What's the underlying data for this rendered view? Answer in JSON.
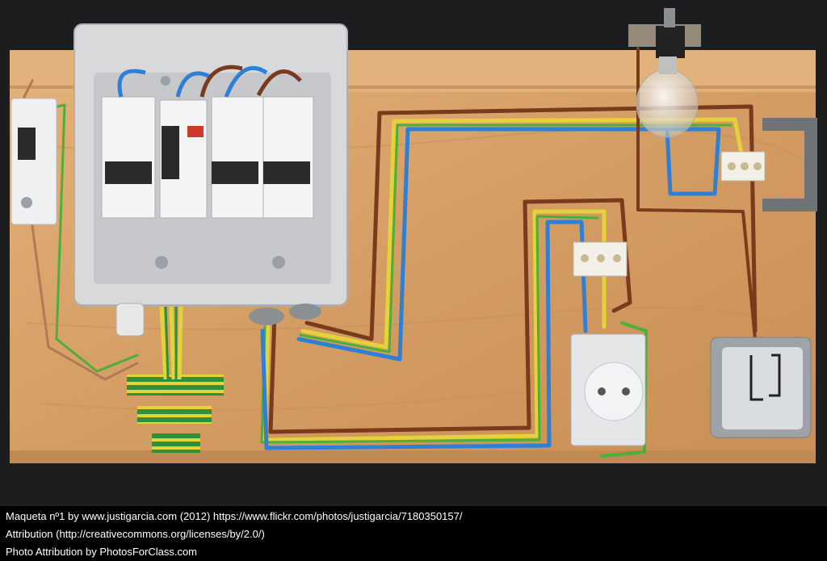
{
  "photo": {
    "subject": "electrical wiring demonstration board",
    "colors": {
      "background": "#1b1d1f",
      "board": "#d9a46a",
      "enclosure": "#d8d9db",
      "wire_brown": "#7a3a1c",
      "wire_blue": "#2f7fd6",
      "wire_green": "#4caf3a",
      "wire_yellow": "#e4d23a"
    }
  },
  "caption": {
    "line1": "Maqueta nº1 by www.justigarcia.com (2012) https://www.flickr.com/photos/justigarcia/7180350157/",
    "line2": "Attribution (http://creativecommons.org/licenses/by/2.0/)",
    "line3": "Photo Attribution by PhotosForClass.com"
  }
}
